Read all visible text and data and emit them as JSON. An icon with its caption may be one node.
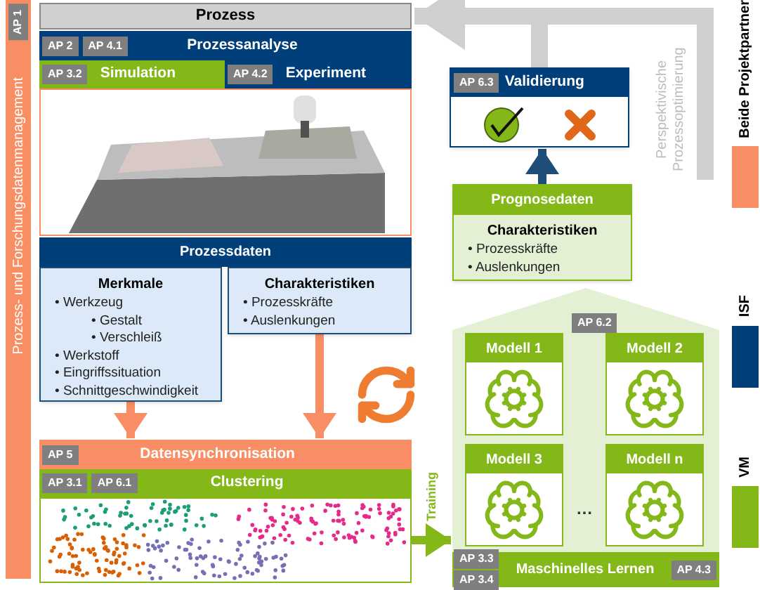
{
  "diagram": {
    "nodes": [
      {
        "text": [
          "AP 1",
          "Prozess- und Forschungsdatenmanagement"
        ]
      },
      {
        "text": [
          "Prozess"
        ]
      },
      {
        "text": [
          "AP 2",
          "AP 4.1",
          "Prozessanalyse"
        ]
      },
      {
        "text": [
          "AP 3.2",
          "Simulation"
        ]
      },
      {
        "text": [
          "AP 4.2",
          "Experiment"
        ]
      },
      {
        "text": [],
        "shape": "picture"
      },
      {
        "text": [
          "Prozessdaten"
        ]
      },
      {
        "text": [
          "Merkmale",
          "• Werkzeug",
          "• Gestalt",
          "• Verschleiß",
          "• Werkstoff",
          "• Eingriffssituation",
          "• Schnittgeschwindigkeit"
        ]
      },
      {
        "text": [
          "Charakteristiken",
          "• Prozesskräfte",
          "• Auslenkungen"
        ]
      },
      {
        "text": [
          "AP 5",
          "Datensynchronisation"
        ]
      },
      {
        "text": [
          "AP 3.1",
          "AP 6.1",
          "Clustering"
        ]
      },
      {
        "text": [],
        "shape": "picture"
      },
      {
        "text": [
          "AP 6.3",
          "Validierung"
        ]
      },
      {
        "text": [
          "Prognosedaten",
          "Charakteristiken",
          "• Prozesskräfte",
          "• Auslenkungen"
        ]
      },
      {
        "text": [
          "AP 6.2",
          "AP 3.3",
          "AP 3.4",
          "Maschinelles Lernen",
          "AP 4.3"
        ]
      },
      {
        "text": [
          "Modell 1"
        ],
        "in": 14
      },
      {
        "text": [
          "Modell 2"
        ],
        "in": 14
      },
      {
        "text": [
          "Modell 3"
        ],
        "in": 14
      },
      {
        "text": [
          "Modell n"
        ],
        "in": 14
      }
    ],
    "edges": [
      {
        "from": null,
        "to": 1,
        "arrow": "to",
        "label": "Perspektivische Prozessoptimierung",
        "style": "thick",
        "color": "#cfcfcf"
      },
      {
        "from": 12,
        "to": 1,
        "arrow": "to",
        "style": "thick",
        "color": "#cfcfcf"
      },
      {
        "from": 13,
        "to": 12,
        "arrow": "to",
        "color": "#1f4e79"
      },
      {
        "from": 7,
        "to": 9,
        "arrow": "to",
        "color": "#f98e64"
      },
      {
        "from": 8,
        "to": 9,
        "arrow": "to",
        "color": "#f98e64"
      },
      {
        "from": 11,
        "to": 14,
        "arrow": "to",
        "label": "Training",
        "color": "#84b819"
      }
    ],
    "labels": [
      "…"
    ],
    "legend": [
      {
        "text": "Beide Projektpartner",
        "color": "#f98e64"
      },
      {
        "text": "ISF",
        "color": "#003f7a"
      },
      {
        "text": "VM",
        "color": "#84b819"
      }
    ]
  }
}
